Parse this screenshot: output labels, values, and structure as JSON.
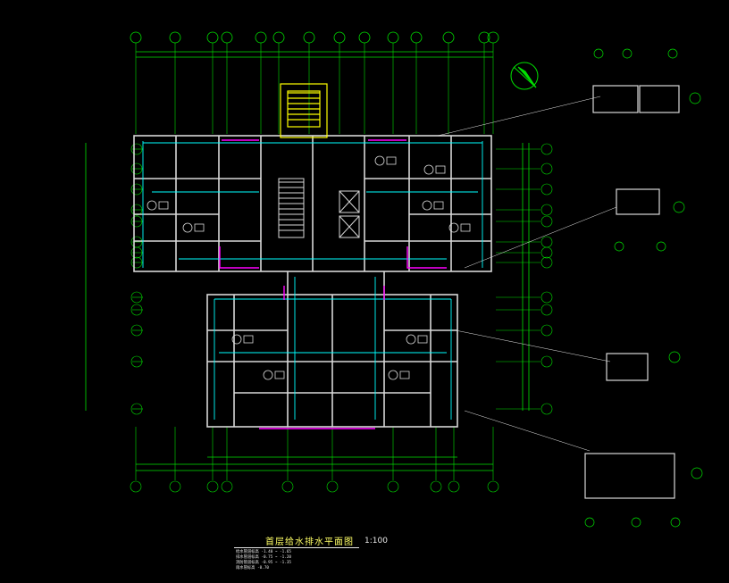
{
  "drawing": {
    "title": "首层给水排水平面图",
    "scale": "1:100",
    "notes": [
      "给水管道标高 -1.40 ~ -1.65",
      "排水管道标高 -0.75 ~ -1.20",
      "消防管道标高 -0.95 ~ -1.35",
      "雨水管标高 -0.70"
    ],
    "colors": {
      "background": "#000000",
      "grid": "#00e000",
      "walls": "#d8d8d8",
      "pipes": "#00ffff",
      "drain": "#ff00ff",
      "stair": "#ffff00",
      "text": "#e8e8e8"
    }
  }
}
